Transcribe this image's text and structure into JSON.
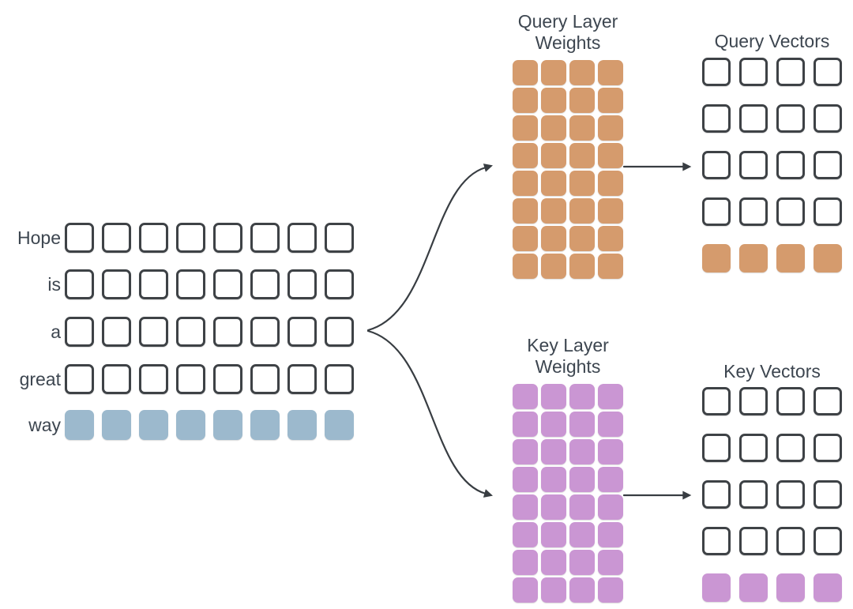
{
  "colors": {
    "outline": "#3e4246",
    "text": "#3d4650",
    "arrow": "#383d42",
    "orange": "#d59b6d",
    "purple": "#ca96d3",
    "blue": "#9cb9cd"
  },
  "input_matrix": {
    "cols": 8,
    "rows": [
      {
        "label": "Hope",
        "fill": "outline"
      },
      {
        "label": "is",
        "fill": "outline"
      },
      {
        "label": "a",
        "fill": "outline"
      },
      {
        "label": "great",
        "fill": "outline"
      },
      {
        "label": "way",
        "fill": "blue"
      }
    ]
  },
  "query_weights": {
    "title": "Query Layer Weights",
    "rows": 8,
    "cols": 4,
    "fill": "orange"
  },
  "key_weights": {
    "title": "Key Layer Weights",
    "rows": 8,
    "cols": 4,
    "fill": "purple"
  },
  "query_vectors": {
    "title": "Query Vectors",
    "cols": 4,
    "row_fills": [
      "outline",
      "outline",
      "outline",
      "outline",
      "orange"
    ]
  },
  "key_vectors": {
    "title": "Key Vectors",
    "cols": 4,
    "row_fills": [
      "outline",
      "outline",
      "outline",
      "outline",
      "purple"
    ]
  }
}
